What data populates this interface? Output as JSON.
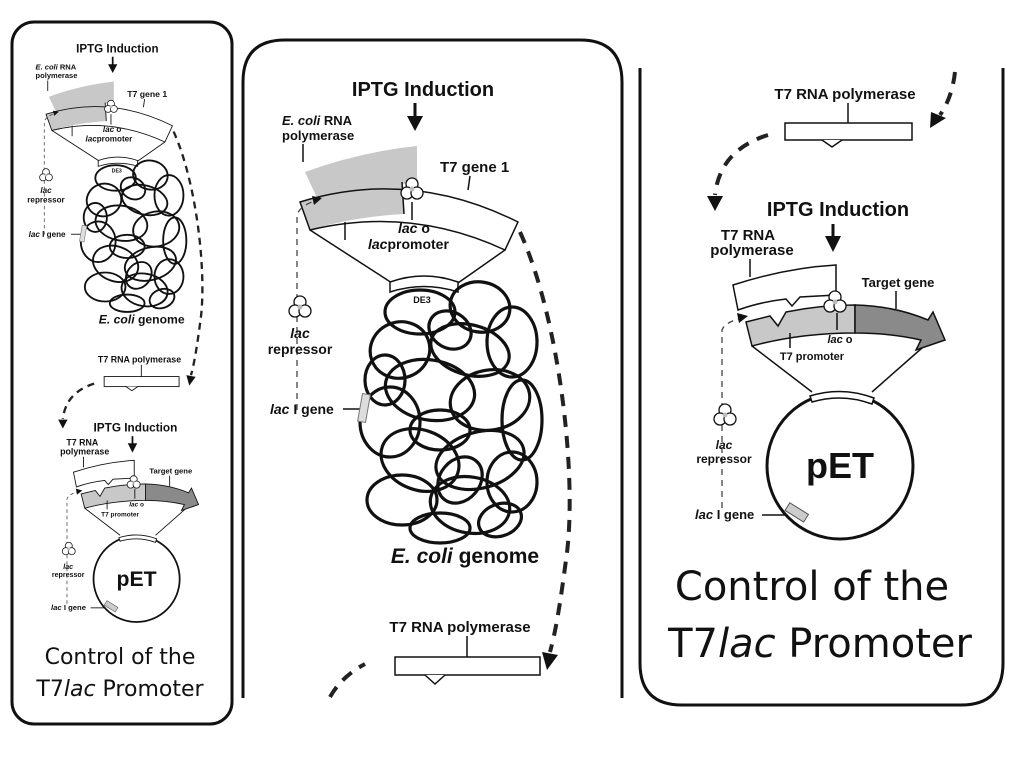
{
  "labels": {
    "iptg": "IPTG Induction",
    "ecoli_rna_1_italic": "E. coli",
    "ecoli_rna_1_rest": " RNA",
    "polymerase": "polymerase",
    "t7_gene_1": "T7 gene 1",
    "lac": "lac",
    "lac_o_suffix": " o",
    "promoter": "promoter",
    "de3": "DE3",
    "repressor": "repressor",
    "lac_i_gene_rest": " I gene",
    "ecoli_italic": "E. coli",
    "genome": " genome",
    "t7_rna_polymerase": "T7 RNA polymerase",
    "t7_rna": "T7 RNA",
    "target_gene": "Target gene",
    "t7_promoter": "T7 promoter",
    "pet": "pET"
  },
  "caption": {
    "line1": "Control of the",
    "line2_prefix": "T7",
    "line2_italic": "lac",
    "line2_suffix": " Promoter"
  },
  "colors": {
    "promoter_gray": "#c8c8c8",
    "target_gene_gray": "#8a8a8a",
    "outline": "#111111"
  }
}
